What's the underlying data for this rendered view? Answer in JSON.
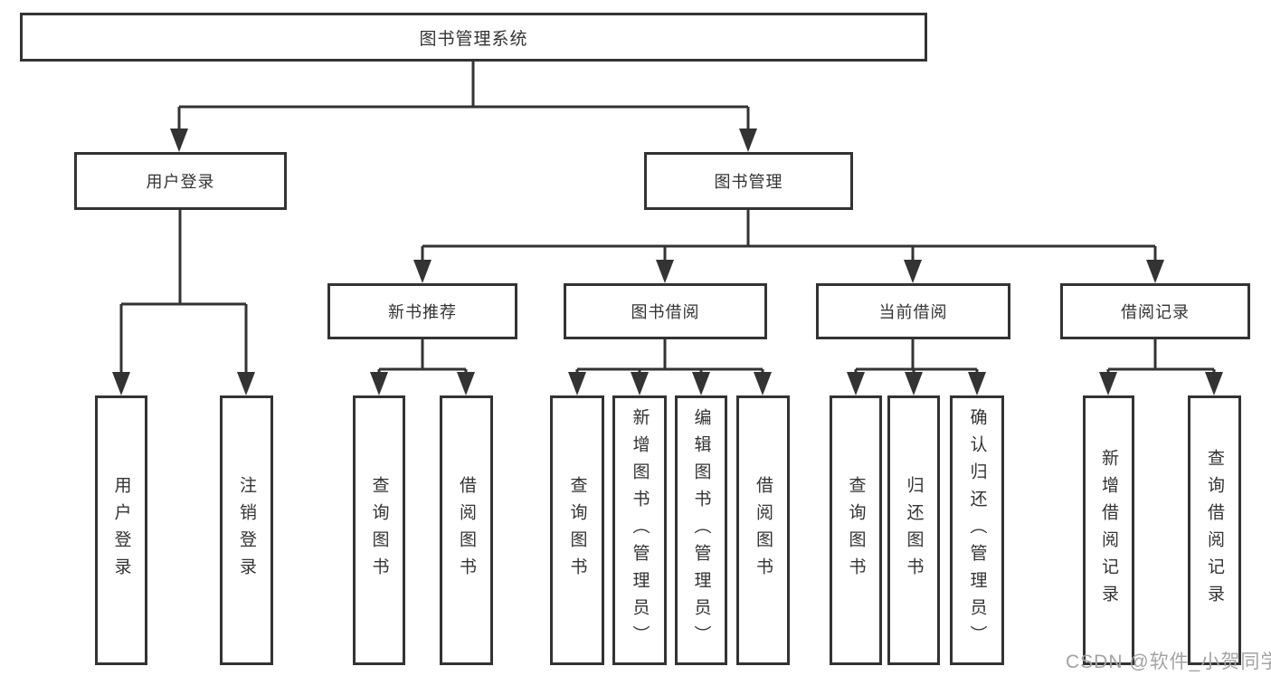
{
  "nodes": {
    "root": "图书管理系统",
    "level2": [
      "用户登录",
      "图书管理"
    ],
    "level3": [
      "新书推荐",
      "图书借阅",
      "当前借阅",
      "借阅记录"
    ],
    "leaves": [
      "用户登录",
      "注销登录",
      "查询图书",
      "借阅图书",
      "查询图书",
      "新增图书（管理员）",
      "编辑图书（管理员）",
      "借阅图书",
      "查询图书",
      "归还图书",
      "确认归还（管理员）",
      "新增借阅记录",
      "查询借阅记录"
    ]
  },
  "hierarchy": {
    "图书管理系统": [
      "用户登录",
      "图书管理"
    ],
    "用户登录": [
      "用户登录",
      "注销登录"
    ],
    "图书管理": [
      "新书推荐",
      "图书借阅",
      "当前借阅",
      "借阅记录"
    ],
    "新书推荐": [
      "查询图书",
      "借阅图书"
    ],
    "图书借阅": [
      "查询图书",
      "新增图书（管理员）",
      "编辑图书（管理员）",
      "借阅图书"
    ],
    "当前借阅": [
      "查询图书",
      "归还图书",
      "确认归还（管理员）"
    ],
    "借阅记录": [
      "新增借阅记录",
      "查询借阅记录"
    ]
  },
  "watermark": "CSDN @软件_小贺同学",
  "colors": {
    "line": "#333333",
    "text": "#333333",
    "watermark": "#a3a3a3",
    "background": "#ffffff"
  }
}
